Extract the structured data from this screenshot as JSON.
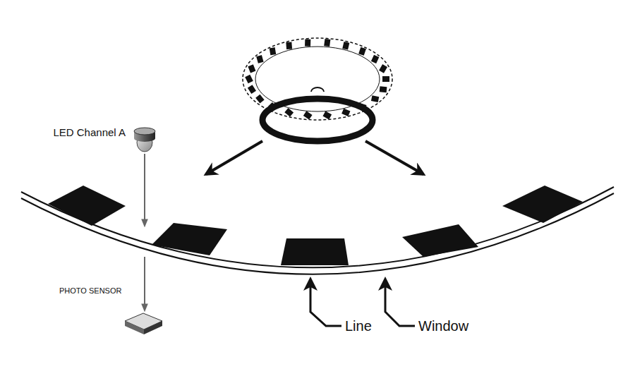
{
  "diagram": {
    "labels": [
      "LED Channel A",
      "PHOTO SENSOR",
      "Line",
      "Window"
    ]
  }
}
